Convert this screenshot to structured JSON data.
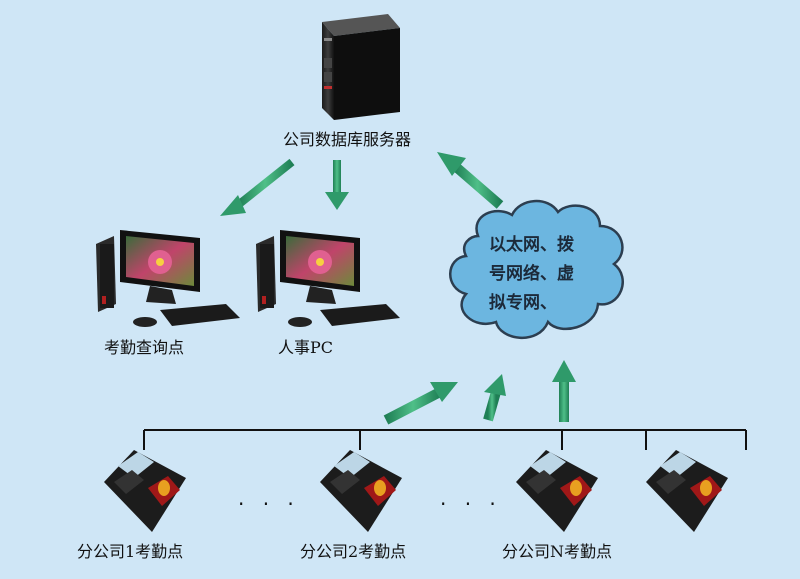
{
  "server": {
    "label": "公司数据库服务器"
  },
  "pcs": [
    {
      "label": "考勤查询点"
    },
    {
      "label": "人事PC"
    }
  ],
  "network": {
    "lines": [
      "以太网、拨",
      "号网络、虚",
      "拟专网、"
    ]
  },
  "terminals": [
    {
      "label": "分公司1考勤点"
    },
    {
      "label": "分公司2考勤点"
    },
    {
      "label": "分公司N考勤点"
    },
    {
      "label": ""
    }
  ],
  "ellipsis": ". . .",
  "colors": {
    "background": "#cfe6f6",
    "arrow": "#2f9a6a",
    "cloud": "#6cb6e0",
    "cloud_outline": "#2c3e50",
    "bus_line": "#111111"
  }
}
